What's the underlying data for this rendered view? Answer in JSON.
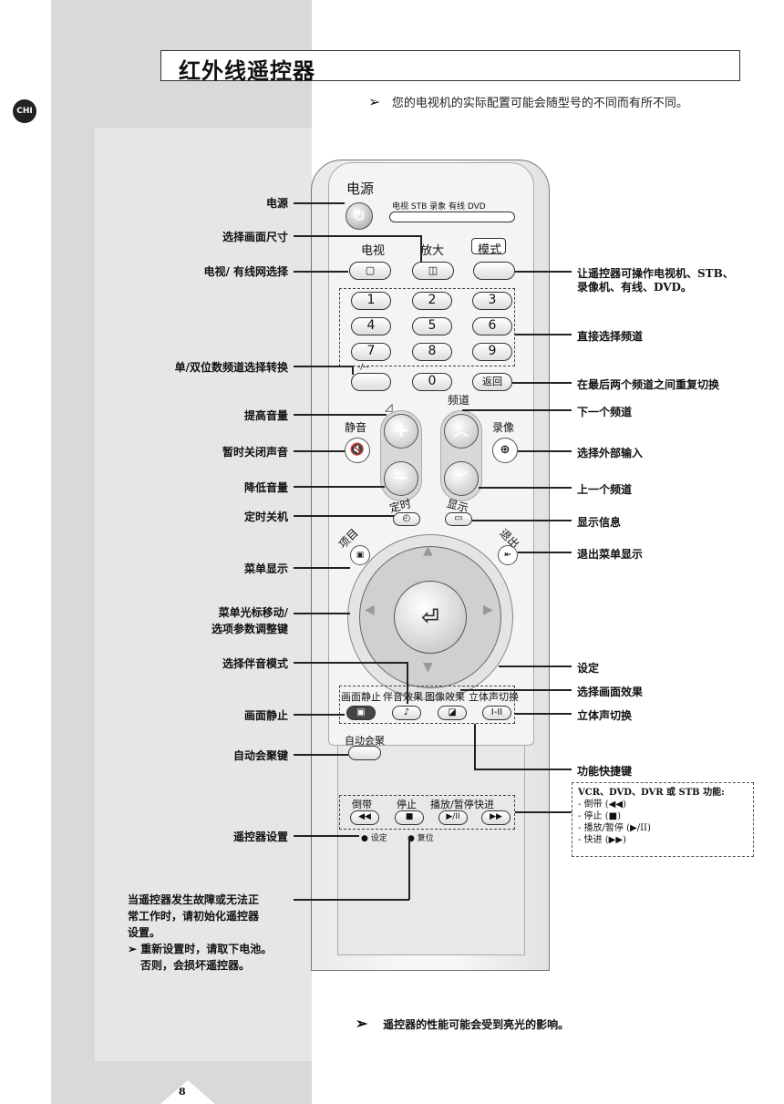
{
  "page": {
    "title": "红外线遥控器",
    "lang_badge": "CHI",
    "note_top": "您的电视机的实际配置可能会随型号的不同而有所不同。",
    "note_bottom": "遥控器的性能可能会受到亮光的影响。",
    "page_number": "8",
    "arrow_glyph": "➢"
  },
  "remote": {
    "power_label": "电源",
    "modes": "电视  STB  录象  有线  DVD",
    "tv": "电视",
    "zoom": "放大",
    "mode": "模式",
    "digits": [
      "1",
      "2",
      "3",
      "4",
      "5",
      "6",
      "7",
      "8",
      "9",
      "0"
    ],
    "dash_label": "-/--",
    "return": "返回",
    "channel": "频道",
    "mute": "静音",
    "record": "录像",
    "timer": "定时",
    "display": "显示",
    "menu": "项目",
    "exit": "退出",
    "func_labels": [
      "画面静止",
      "伴音效果",
      "图像效果",
      "立体声切换"
    ],
    "func_buttons": [
      "▣",
      "♪",
      "◪",
      "I-II"
    ],
    "auto_conv": "自动会聚",
    "vcr_labels": [
      "倒带",
      "停止",
      "播放/暂停",
      "快进"
    ],
    "vcr_buttons": [
      "◀◀",
      "■",
      "▶/II",
      "▶▶"
    ],
    "set": "设定",
    "reset": "复位"
  },
  "callouts_left": [
    "电源",
    "选择画面尺寸",
    "电视/ 有线网选择",
    "单/双位数频道选择转换",
    "提高音量",
    "暂时关闭声音",
    "降低音量",
    "定时关机",
    "菜单显示",
    "菜单光标移动/",
    "选项参数调整键",
    "选择伴音模式",
    "画面静止",
    "自动会聚键",
    "遥控器设置"
  ],
  "callout_bottom": [
    "当遥控器发生故障或无法正",
    "常工作时，请初始化遥控器",
    "设置。",
    "➢ 重新设置时，请取下电池。",
    "否则，会损坏遥控器。"
  ],
  "callouts_right": [
    "让遥控器可操作电视机、STB、",
    "录像机、有线、DVD。",
    "直接选择频道",
    "在最后两个频道之间重复切换",
    "下一个频道",
    "选择外部输入",
    "上一个频道",
    "显示信息",
    "退出菜单显示",
    "设定",
    "选择画面效果",
    "立体声切换",
    "功能快捷键"
  ],
  "vcr_box": {
    "heading": "VCR、DVD、DVR 或 STB 功能:",
    "items": [
      "-  倒带 (◀◀)",
      "-  停止 (■)",
      "-  播放/暂停 (▶/II)",
      "-  快进 (▶▶)"
    ]
  }
}
